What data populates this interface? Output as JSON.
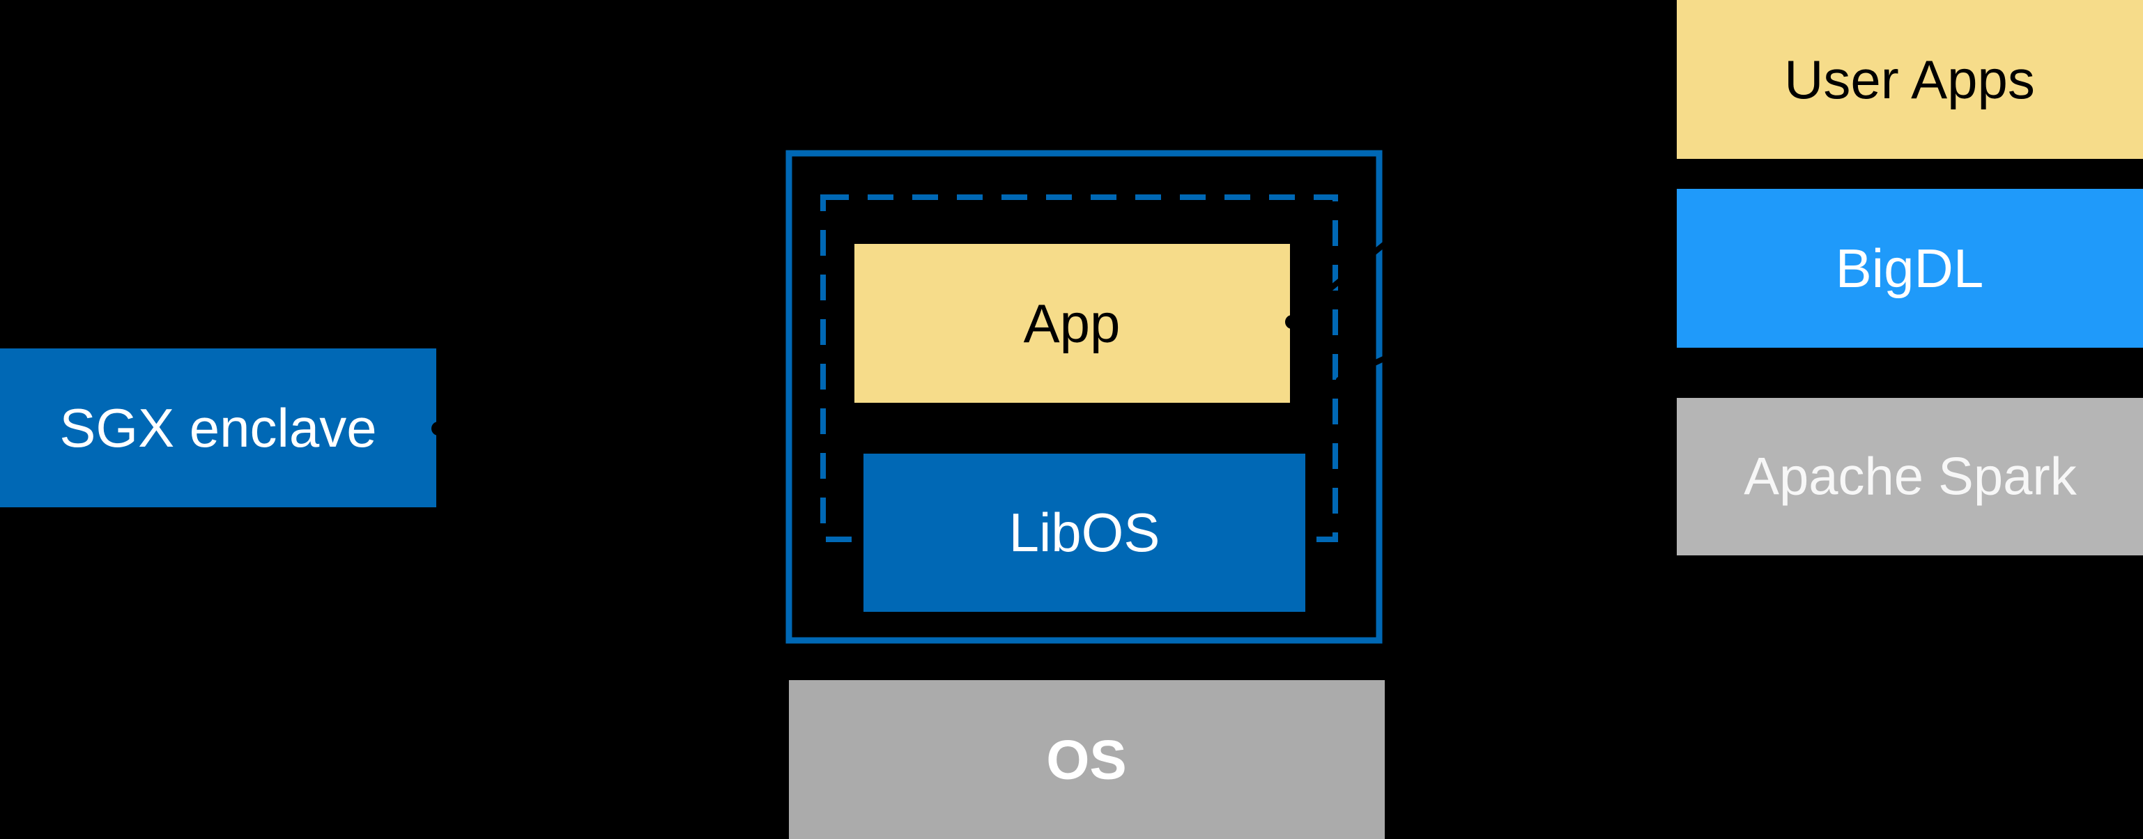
{
  "colors": {
    "background": "#000000",
    "dark_blue": "#0068B5",
    "bright_blue": "#1F9AFA",
    "yellow": "#F6DC8A",
    "os_gray": "#ABABAB",
    "spark_gray": "#B5B5B5",
    "black": "#000000",
    "white": "#FFFFFF",
    "spark_text": "#F7F7F7"
  },
  "left_label": {
    "text": "SGX enclave"
  },
  "center_diagram": {
    "app_label": "App",
    "libos_label": "LibOS",
    "os_label": "OS"
  },
  "right_stack": {
    "items": [
      {
        "label": "User Apps"
      },
      {
        "label": "BigDL"
      },
      {
        "label": "Apache Spark"
      }
    ]
  }
}
